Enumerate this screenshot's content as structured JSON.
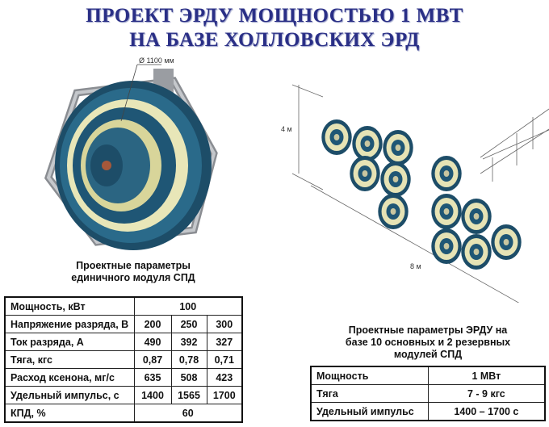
{
  "title": {
    "line1": "ПРОЕКТ ЭРДУ МОЩНОСТЬЮ 1 МВТ",
    "line2": "НА БАЗЕ ХОЛЛОВСКИХ ЭРД"
  },
  "module_figure": {
    "diameter_label": "Ø 1100 мм"
  },
  "array_figure": {
    "height_label": "4 м",
    "width_label": "8 м"
  },
  "module_caption": {
    "line1": "Проектные параметры",
    "line2": "единичного модуля СПД"
  },
  "module_table": {
    "rows": [
      {
        "label": "Мощность, кВт",
        "values": [
          "100"
        ]
      },
      {
        "label": "Напряжение разряда, В",
        "values": [
          "200",
          "250",
          "300"
        ]
      },
      {
        "label": "Ток разряда, А",
        "values": [
          "490",
          "392",
          "327"
        ]
      },
      {
        "label": "Тяга, кгс",
        "values": [
          "0,87",
          "0,78",
          "0,71"
        ]
      },
      {
        "label": "Расход ксенона, мг/с",
        "values": [
          "635",
          "508",
          "423"
        ]
      },
      {
        "label": "Удельный импульс, с",
        "values": [
          "1400",
          "1565",
          "1700"
        ]
      },
      {
        "label": "КПД, %",
        "values": [
          "60"
        ]
      }
    ]
  },
  "array_caption": {
    "line1": "Проектные параметры  ЭРДУ на",
    "line2": "базе 10 основных и 2 резервных",
    "line3": "модулей СПД"
  },
  "array_table": {
    "rows": [
      {
        "label": "Мощность",
        "value": "1 МВт"
      },
      {
        "label": "Тяга",
        "value": "7 - 9 кгс"
      },
      {
        "label": "Удельный импульс",
        "value": "1400 – 1700 с"
      }
    ]
  }
}
